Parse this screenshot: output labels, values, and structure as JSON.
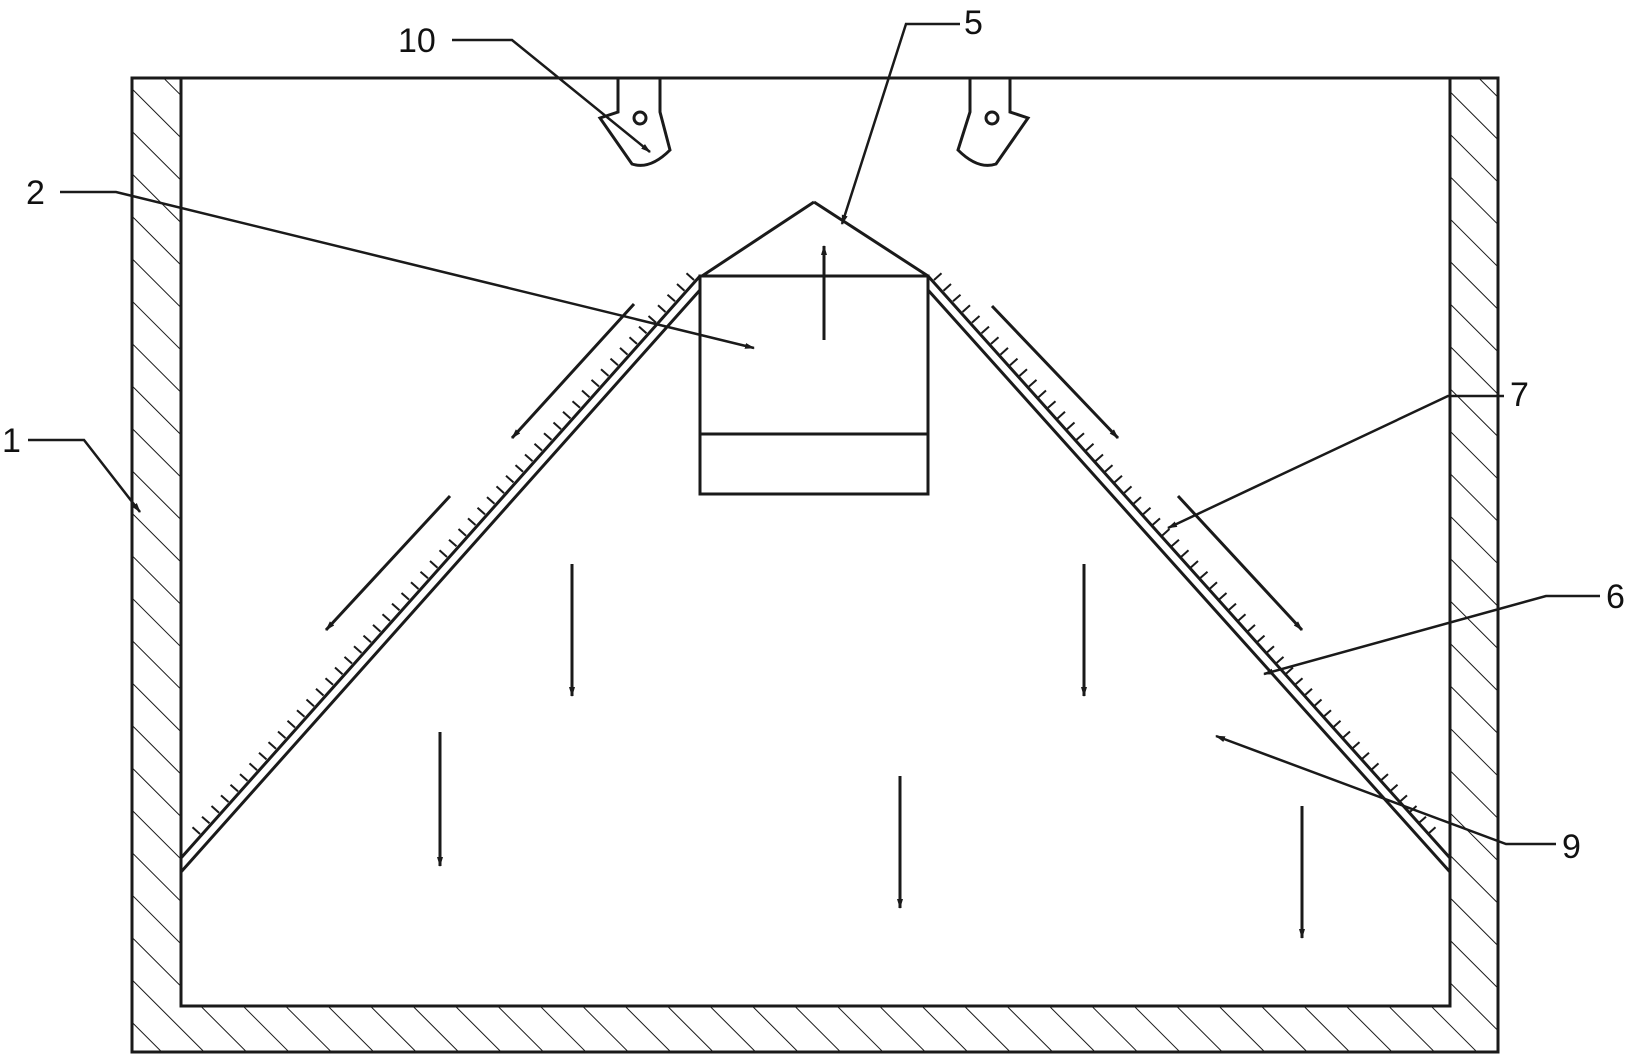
{
  "labels": {
    "l1": "1",
    "l2": "2",
    "l5": "5",
    "l6": "6",
    "l7": "7",
    "l9": "9",
    "l10": "10"
  },
  "colors": {
    "line": "#1a1a1a",
    "background": "#ffffff"
  }
}
